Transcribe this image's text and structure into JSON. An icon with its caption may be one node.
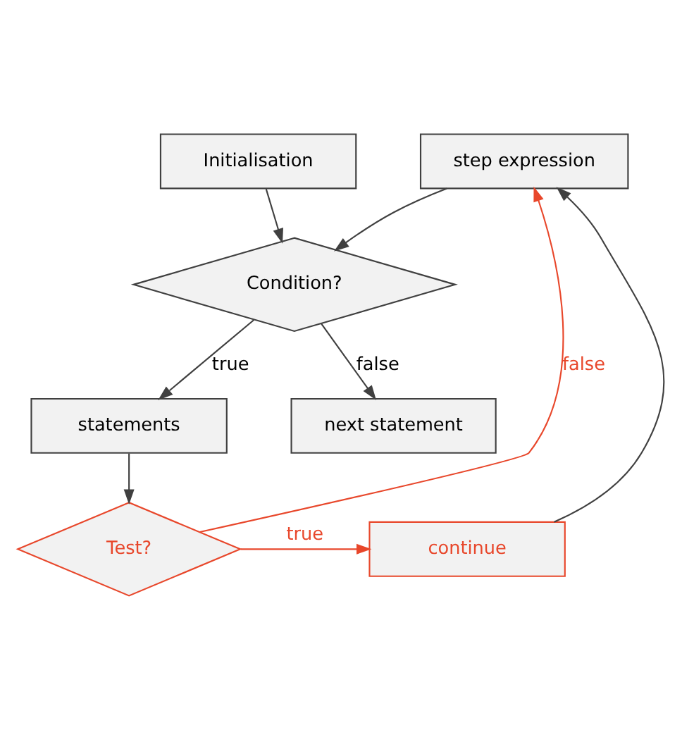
{
  "diagram": {
    "nodes": [
      {
        "text": [
          "Initialisation"
        ]
      },
      {
        "text": [
          "step expression"
        ]
      },
      {
        "text": [
          "Condition?"
        ]
      },
      {
        "text": [
          "statements"
        ]
      },
      {
        "text": [
          "Test?"
        ]
      },
      {
        "text": [
          "continue"
        ]
      },
      {
        "text": [
          "next statement"
        ]
      }
    ],
    "edges": [
      {
        "from": 0,
        "to": 2,
        "arrow": "to"
      },
      {
        "from": 1,
        "to": 2,
        "arrow": "to"
      },
      {
        "from": 2,
        "to": 3,
        "arrow": "to",
        "label": "true"
      },
      {
        "from": 2,
        "to": 6,
        "arrow": "to",
        "label": "false"
      },
      {
        "from": 3,
        "to": 4,
        "arrow": "to"
      },
      {
        "from": 4,
        "to": 5,
        "arrow": "to",
        "label": "true",
        "color": "#e8472b"
      },
      {
        "from": 5,
        "to": 1,
        "arrow": "to"
      },
      {
        "from": 4,
        "to": 1,
        "arrow": "to",
        "label": "false",
        "color": "#e8472b"
      }
    ]
  }
}
